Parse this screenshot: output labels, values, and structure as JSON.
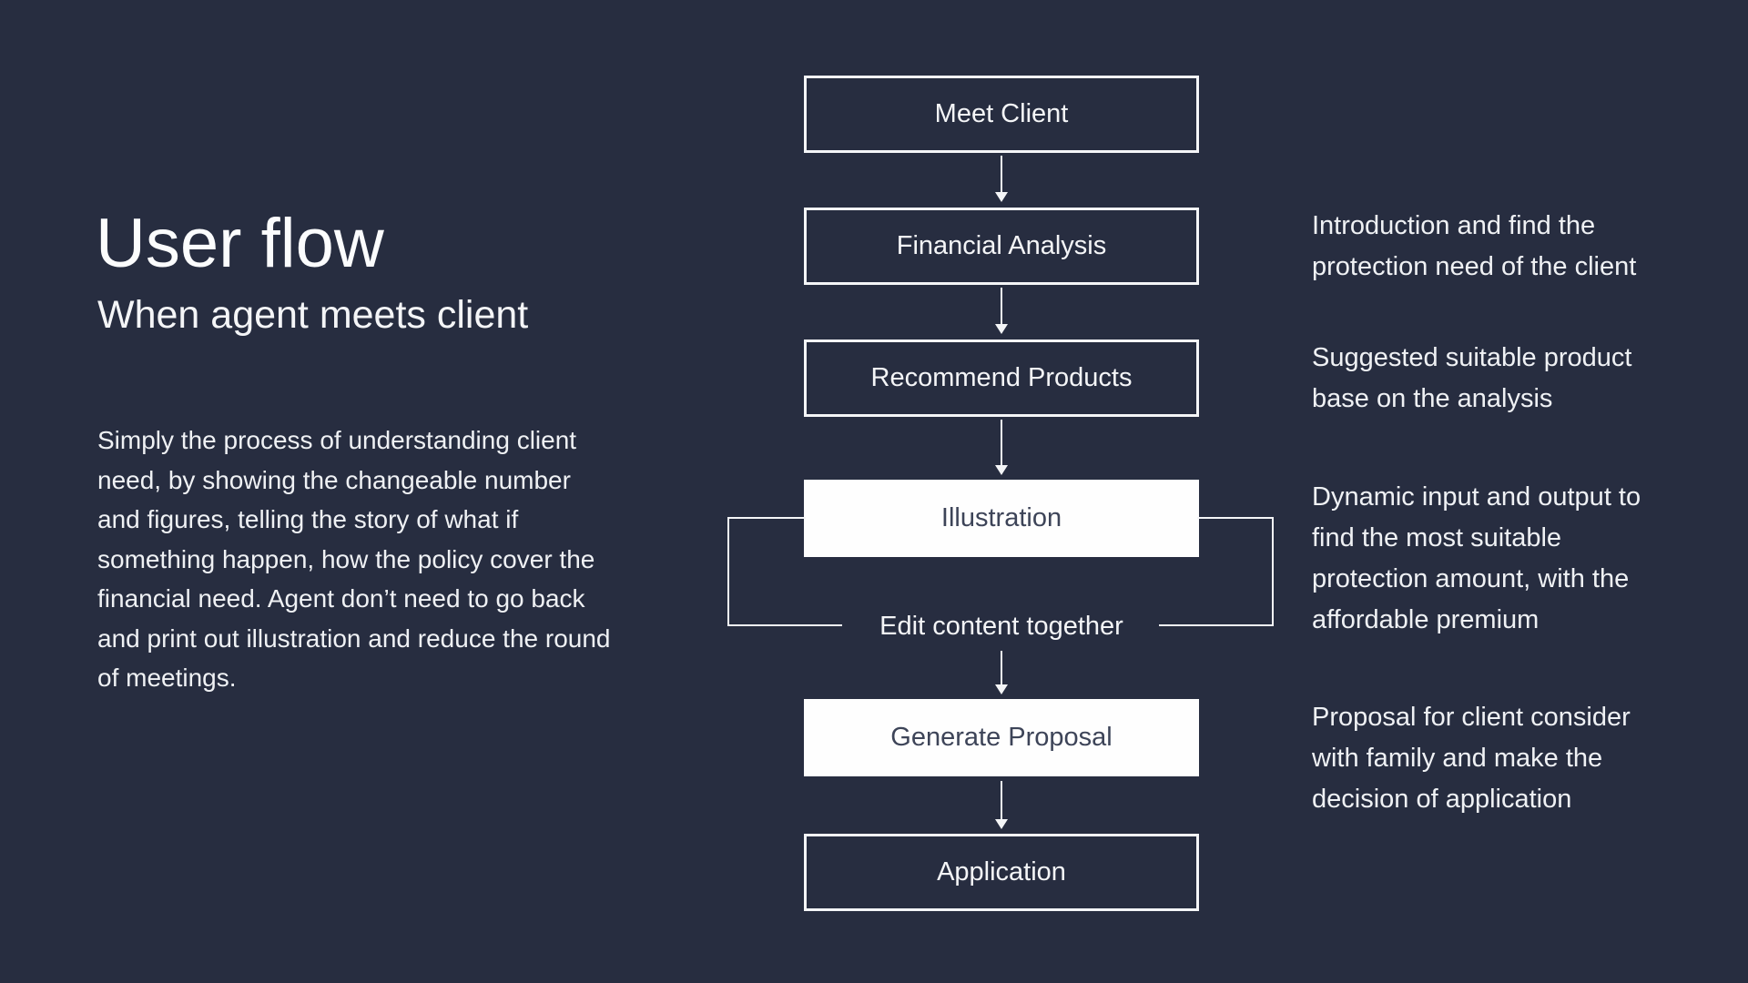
{
  "slide": {
    "title": "User flow",
    "subtitle": "When agent meets client",
    "description_lines": [
      "Simply the process of understanding client",
      "need, by showing the changeable number",
      "and figures, telling the story of what if",
      "something happen, how the policy cover the",
      "financial need. Agent don’t need to go back",
      "and print out illustration and reduce the round",
      "of meetings."
    ]
  },
  "flow": {
    "steps": [
      {
        "label": "Meet Client",
        "highlighted": false
      },
      {
        "label": "Financial Analysis",
        "highlighted": false
      },
      {
        "label": "Recommend Products",
        "highlighted": false
      },
      {
        "label": "Illustration",
        "highlighted": true
      },
      {
        "label": "Edit content together",
        "highlighted": false
      },
      {
        "label": "Generate Proposal",
        "highlighted": true
      },
      {
        "label": "Application",
        "highlighted": false
      }
    ]
  },
  "annotations": [
    {
      "lines": [
        "Introduction and find the",
        "protection need of the client"
      ]
    },
    {
      "lines": [
        "Suggested suitable product",
        "base on the analysis"
      ]
    },
    {
      "lines": [
        "Dynamic input and output to",
        "find the most suitable",
        "protection amount, with the",
        "affordable premium"
      ]
    },
    {
      "lines": [
        "Proposal for client consider",
        "with family and make the",
        "decision of application"
      ]
    }
  ],
  "colors": {
    "background": "#272D40",
    "foreground": "#F4F5F7",
    "highlight_fill": "#FEFEFE",
    "highlight_text": "#3D4458"
  }
}
